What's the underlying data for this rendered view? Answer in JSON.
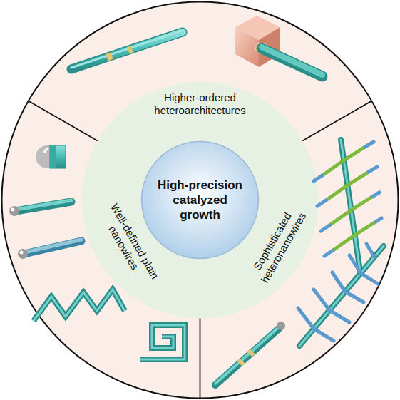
{
  "diagram": {
    "nodes": [
      {
        "text": [
          "High-precision catalyzed growth"
        ]
      }
    ],
    "labels": [
      "Higher-ordered heteroarchitectures",
      "Well-defined plain nanowires",
      "Sophisticated heteronanowires"
    ]
  }
}
